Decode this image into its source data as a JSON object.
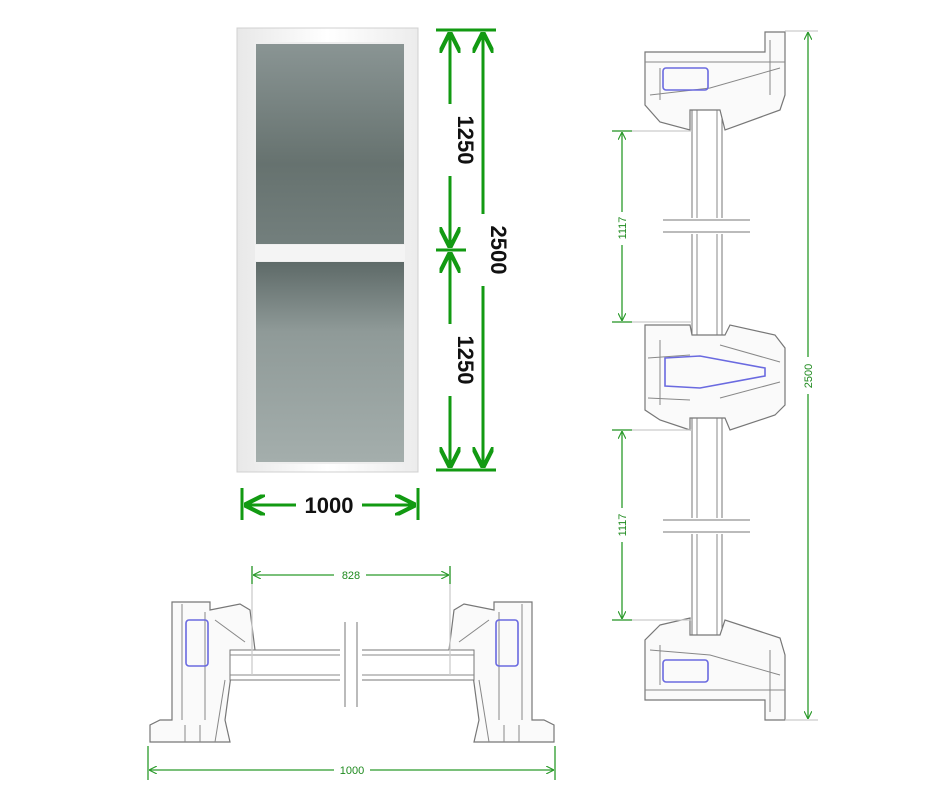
{
  "elevation": {
    "width_label": "1000",
    "height_total_label": "2500",
    "upper_pane_label": "1250",
    "lower_pane_label": "1250"
  },
  "horizontal_section": {
    "glass_width_label": "828",
    "overall_width_label": "1000"
  },
  "vertical_section": {
    "upper_glass_label": "1117",
    "lower_glass_label": "1117",
    "overall_height_label": "2500"
  },
  "colors": {
    "dimension_bold": "#129a12",
    "dimension_thin": "#2a9a2a",
    "glass_top": "#6e7b7a",
    "glass_bottom": "#9fa9a7",
    "gasket": "#6a6ae0"
  }
}
